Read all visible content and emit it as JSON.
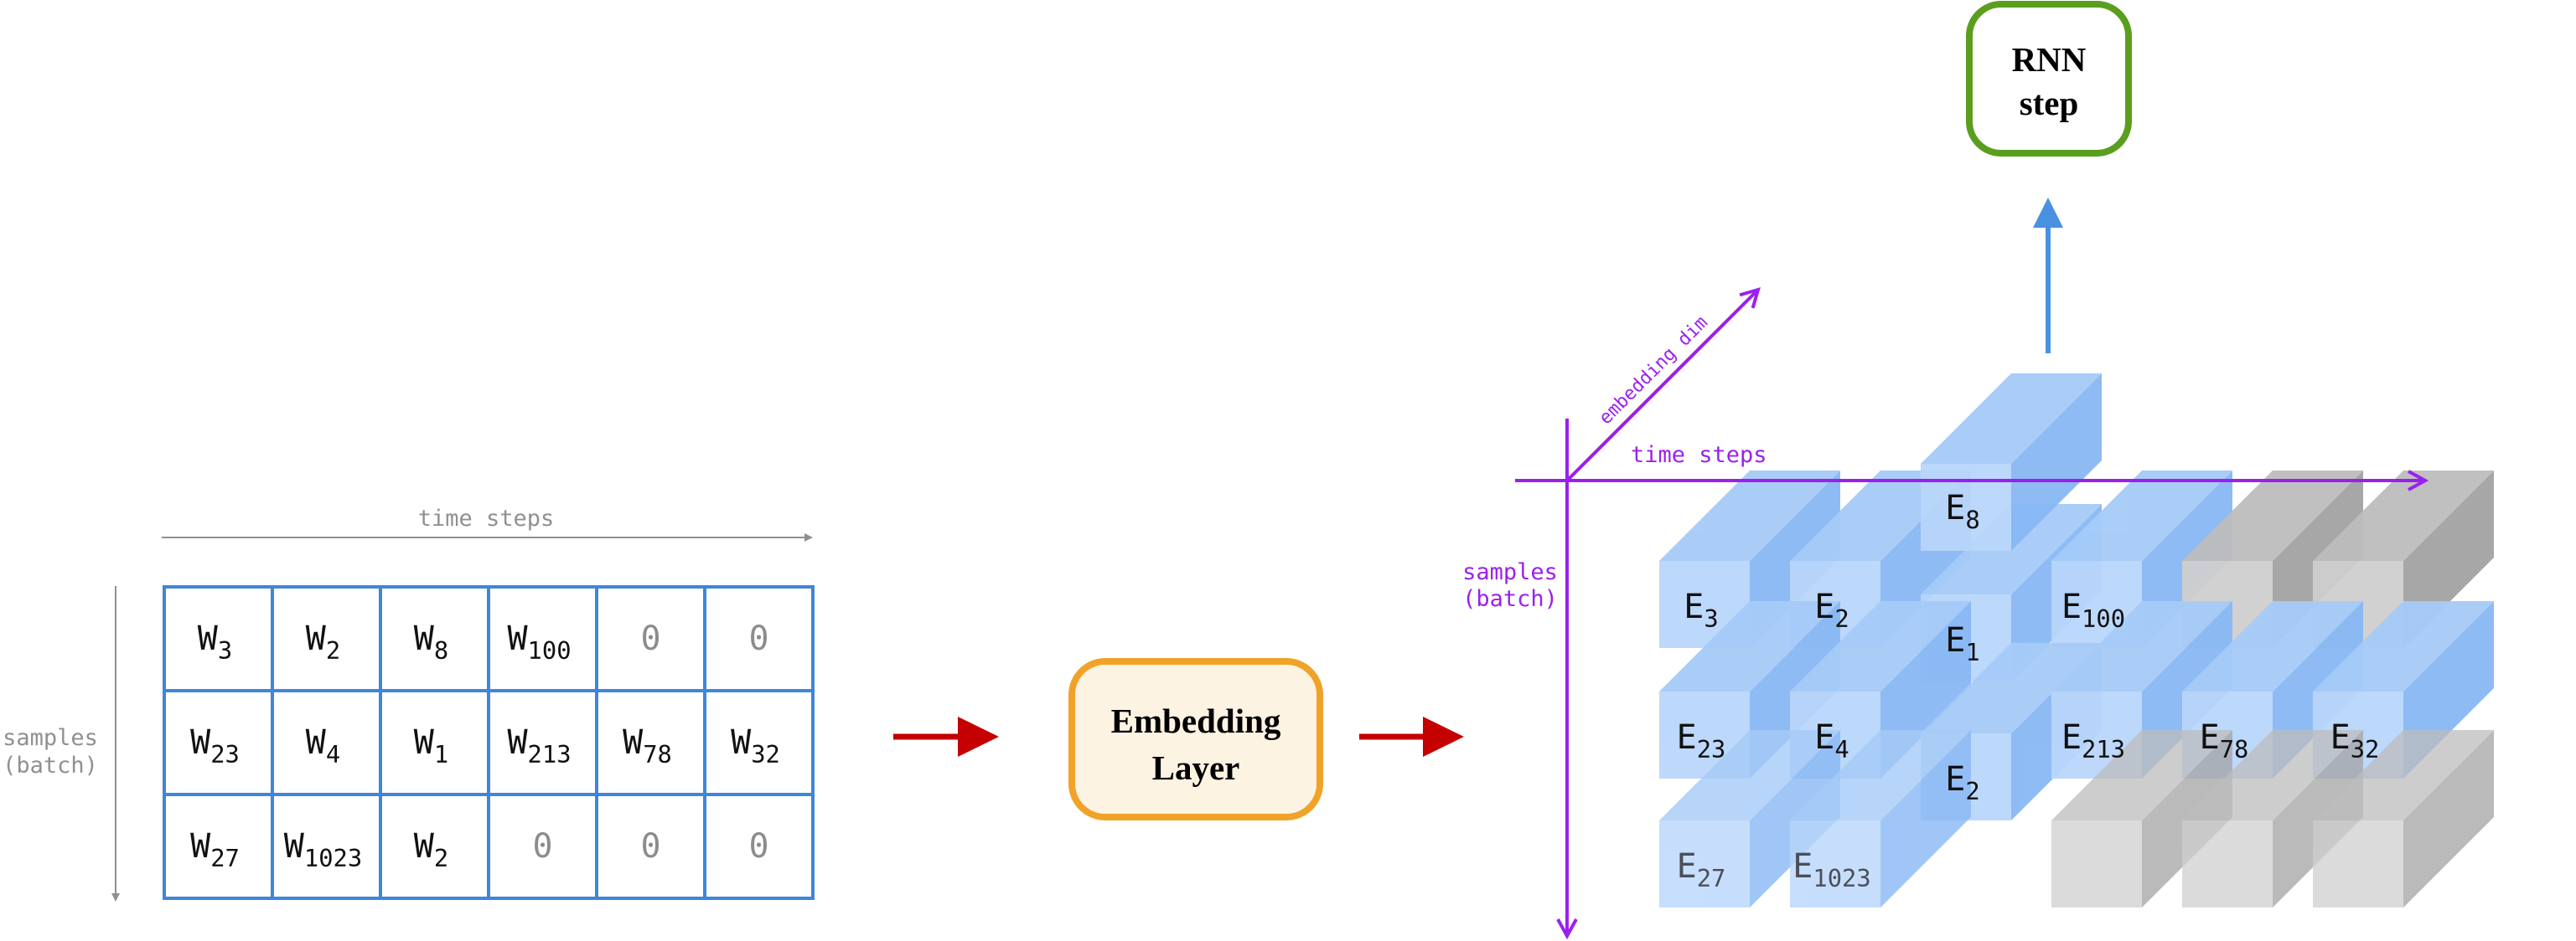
{
  "left_grid": {
    "time_label": "time steps",
    "samples_label_line1": "samples",
    "samples_label_line2": "(batch)",
    "rows": [
      [
        {
          "base": "W",
          "sub": "3"
        },
        {
          "base": "W",
          "sub": "2"
        },
        {
          "base": "W",
          "sub": "8"
        },
        {
          "base": "W",
          "sub": "100"
        },
        {
          "base": "0",
          "sub": ""
        },
        {
          "base": "0",
          "sub": ""
        }
      ],
      [
        {
          "base": "W",
          "sub": "23"
        },
        {
          "base": "W",
          "sub": "4"
        },
        {
          "base": "W",
          "sub": "1"
        },
        {
          "base": "W",
          "sub": "213"
        },
        {
          "base": "W",
          "sub": "78"
        },
        {
          "base": "W",
          "sub": "32"
        }
      ],
      [
        {
          "base": "W",
          "sub": "27"
        },
        {
          "base": "W",
          "sub": "1023"
        },
        {
          "base": "W",
          "sub": "2"
        },
        {
          "base": "0",
          "sub": ""
        },
        {
          "base": "0",
          "sub": ""
        },
        {
          "base": "0",
          "sub": ""
        }
      ]
    ]
  },
  "embedding_box": {
    "line1": "Embedding",
    "line2": "Layer"
  },
  "rnn_box": {
    "line1": "RNN",
    "line2": "step"
  },
  "tensor": {
    "embedding_dim_label": "embedding dim",
    "time_label": "time steps",
    "samples_label_line1": "samples",
    "samples_label_line2": "(batch)",
    "rows": [
      [
        {
          "base": "E",
          "sub": "3"
        },
        {
          "base": "E",
          "sub": "2"
        },
        {
          "base": "E",
          "sub": "1",
          "top": "E",
          "topsub": "8"
        },
        {
          "base": "E",
          "sub": "100"
        },
        {
          "base": "",
          "sub": ""
        },
        {
          "base": "",
          "sub": ""
        }
      ],
      [
        {
          "base": "E",
          "sub": "23"
        },
        {
          "base": "E",
          "sub": "4"
        },
        {
          "base": "E",
          "sub": "2"
        },
        {
          "base": "E",
          "sub": "213"
        },
        {
          "base": "E",
          "sub": "78"
        },
        {
          "base": "E",
          "sub": "32"
        }
      ],
      [
        {
          "base": "E",
          "sub": "27"
        },
        {
          "base": "E",
          "sub": "1023"
        },
        {
          "base": "",
          "sub": ""
        },
        {
          "base": "",
          "sub": ""
        },
        {
          "base": "",
          "sub": ""
        },
        {
          "base": "",
          "sub": ""
        }
      ]
    ]
  },
  "colors": {
    "grid_blue": "#3f86d8",
    "embed_orange": "#f0a229",
    "embed_fill": "#fdf3e3",
    "rnn_green": "#5a9e1e",
    "arrow_red": "#c40000",
    "axis_purple": "#9b20f0",
    "cube_blue": "#8dbcf5",
    "cube_gray": "#a9a9a9",
    "up_arrow_blue": "#4a90e2",
    "label_gray": "#909090"
  }
}
